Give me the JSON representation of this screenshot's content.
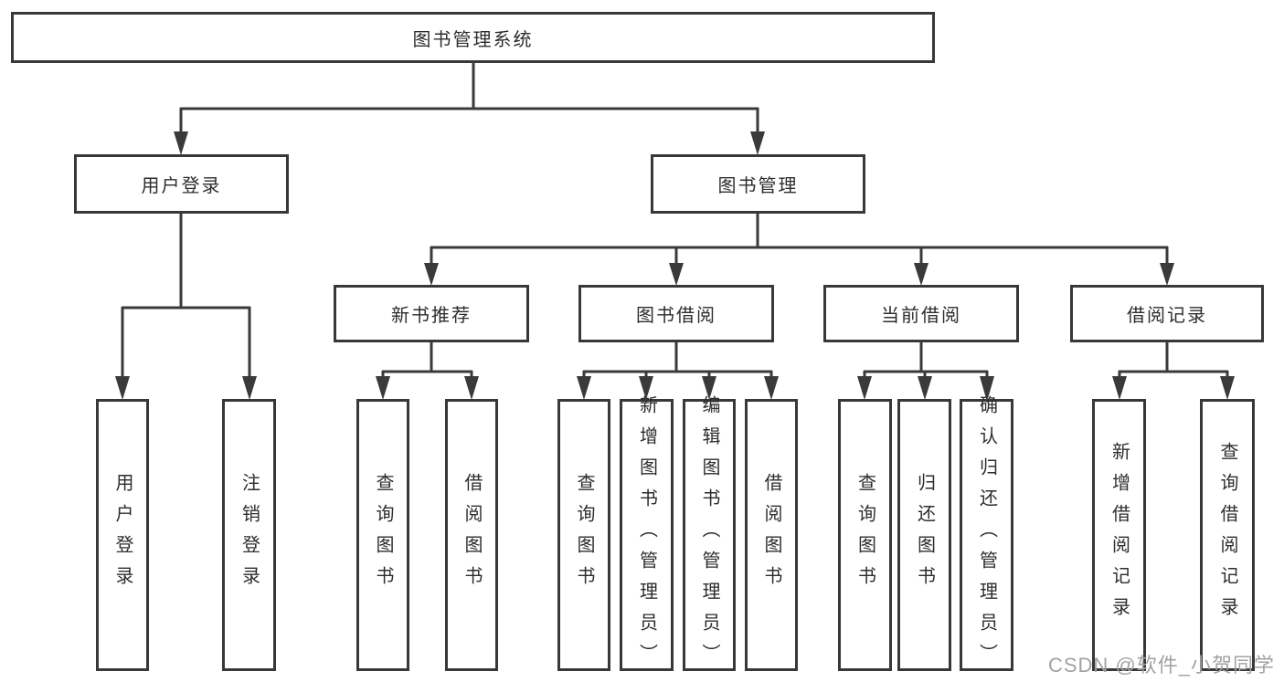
{
  "diagram_type": "tree",
  "colors": {
    "line": "#3a3a3a",
    "box_border": "#383838",
    "text": "#2d2d2d",
    "watermark": "#a2a2a2",
    "background": "#ffffff"
  },
  "root": {
    "label": "图书管理系统"
  },
  "branches": [
    {
      "label": "用户登录",
      "children": [
        {
          "label": "用户登录"
        },
        {
          "label": "注销登录"
        }
      ]
    },
    {
      "label": "图书管理",
      "children": [
        {
          "label": "新书推荐",
          "children": [
            {
              "label": "查询图书"
            },
            {
              "label": "借阅图书"
            }
          ]
        },
        {
          "label": "图书借阅",
          "children": [
            {
              "label": "查询图书"
            },
            {
              "label": "新增图书（管理员）"
            },
            {
              "label": "编辑图书（管理员）"
            },
            {
              "label": "借阅图书"
            }
          ]
        },
        {
          "label": "当前借阅",
          "children": [
            {
              "label": "查询图书"
            },
            {
              "label": "归还图书"
            },
            {
              "label": "确认归还（管理员）"
            }
          ]
        },
        {
          "label": "借阅记录",
          "children": [
            {
              "label": "新增借阅记录"
            },
            {
              "label": "查询借阅记录"
            }
          ]
        }
      ]
    }
  ],
  "watermark": "CSDN @软件_小贺同学"
}
